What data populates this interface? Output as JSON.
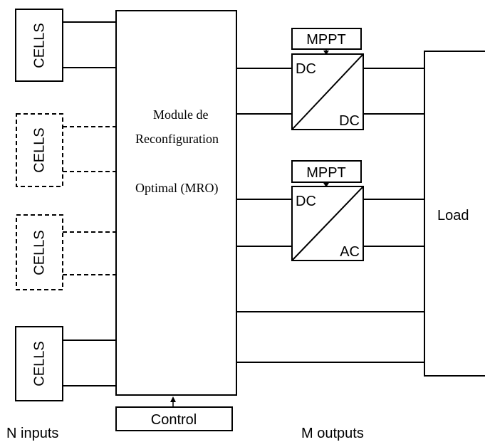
{
  "cells": {
    "label": "CELLS"
  },
  "mro": {
    "line1": "Module de",
    "line2": "Reconfiguration",
    "line3": "Optimal (MRO)"
  },
  "mppt": {
    "label": "MPPT"
  },
  "converter_dcdc": {
    "in_label": "DC",
    "out_label": "DC"
  },
  "converter_dcac": {
    "in_label": "DC",
    "out_label": "AC"
  },
  "load": {
    "label": "Load"
  },
  "control": {
    "label": "Control"
  },
  "captions": {
    "inputs": "N inputs",
    "outputs": "M outputs"
  }
}
